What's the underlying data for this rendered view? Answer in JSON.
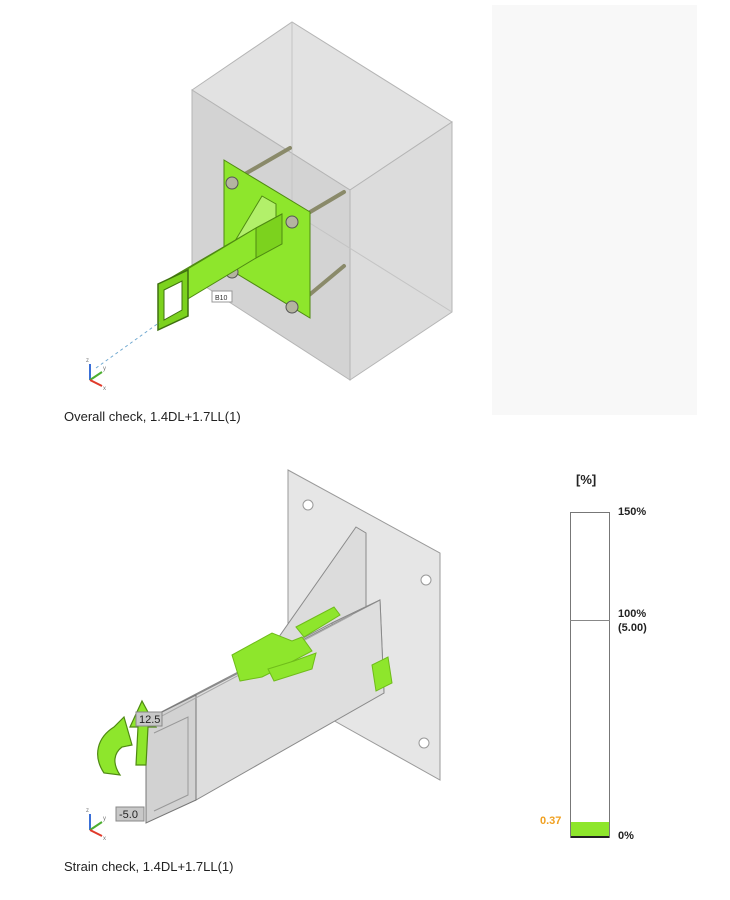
{
  "top_panel": {
    "caption": "Overall check, 1.4DL+1.7LL(1)",
    "member_tag": "B10",
    "axes": {
      "z": "z",
      "y": "y",
      "x": "x"
    }
  },
  "bottom_panel": {
    "caption": "Strain check, 1.4DL+1.7LL(1)",
    "value_top": "12.5",
    "value_moment": "-5.0",
    "axes": {
      "z": "z",
      "y": "y",
      "x": "x"
    }
  },
  "scale": {
    "unit": "[%]",
    "max_label": "150%",
    "mid_label": "100%",
    "mid_sub_label": "(5.00)",
    "min_label": "0%",
    "value_label": "0.37",
    "fill_fraction": 0.05
  },
  "colors": {
    "steel_green": "#8ee62c",
    "concrete": "#d6d6d6",
    "value_orange": "#f0a020"
  }
}
